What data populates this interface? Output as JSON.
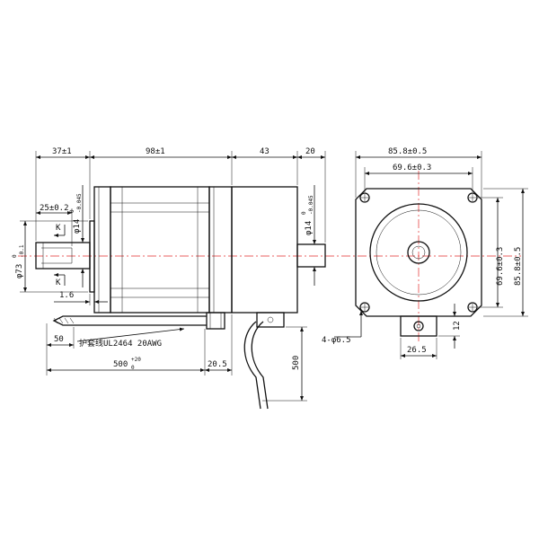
{
  "side_view": {
    "dims": {
      "shaft_length": "37±1",
      "body_length": "98±1",
      "encoder_length": "43",
      "rear_shaft_length": "20",
      "front_shaft_dia": "φ14",
      "front_shaft_tol": "-0.045",
      "front_shaft_tol_top": "0",
      "rear_shaft_dia": "φ14",
      "rear_shaft_tol": "-0.045",
      "rear_shaft_tol_top": "0",
      "key_length": "25±0.2",
      "key_label_top": "K",
      "key_label_bottom": "K",
      "pilot_dia": "φ73",
      "pilot_tol_top": "0",
      "pilot_tol": "-0.1",
      "flange_thickness": "1.6",
      "cable_offset": "50",
      "cable_length": "500",
      "cable_tol_top": "+20",
      "cable_tol_bottom": "0",
      "connector_length": "20.5",
      "encoder_cable_length": "500"
    },
    "cable_note": "护套线UL2464 20AWG"
  },
  "front_view": {
    "dims": {
      "flange_width": "85.8±0.5",
      "hole_pitch_x": "69.6±0.3",
      "hole_pitch_y": "69.6±0.3",
      "flange_height": "85.8±0.5",
      "mount_holes": "4-φ6.5",
      "connector_height": "12",
      "connector_width": "26.5"
    }
  },
  "colors": {
    "line": "#111111",
    "centerline": "#e32b2b",
    "background": "#ffffff"
  }
}
